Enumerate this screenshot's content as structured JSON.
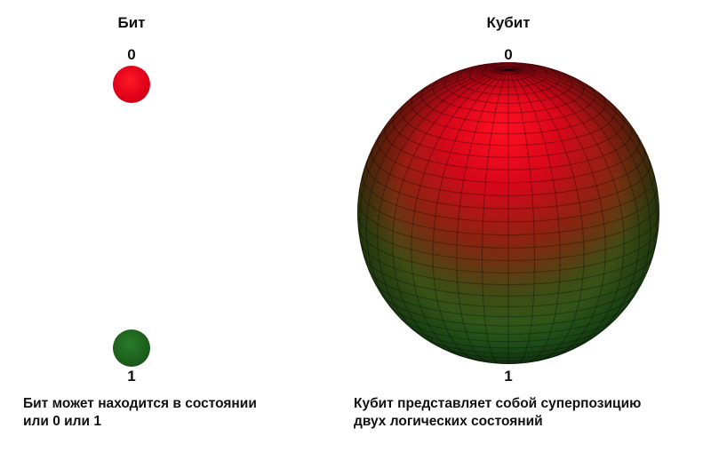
{
  "bit": {
    "title": "Бит",
    "state_zero": "0",
    "state_one": "1",
    "caption_line1": "Бит может находится в состоянии",
    "caption_line2": "или 0 или 1"
  },
  "qubit": {
    "title": "Кубит",
    "state_zero": "0",
    "state_one": "1",
    "caption_line1": "Кубит представляет собой суперпозицию",
    "caption_line2": "двух логических состояний"
  },
  "colors": {
    "state_zero": "#e3001b",
    "state_one": "#1c5e1c",
    "text": "#111111"
  }
}
